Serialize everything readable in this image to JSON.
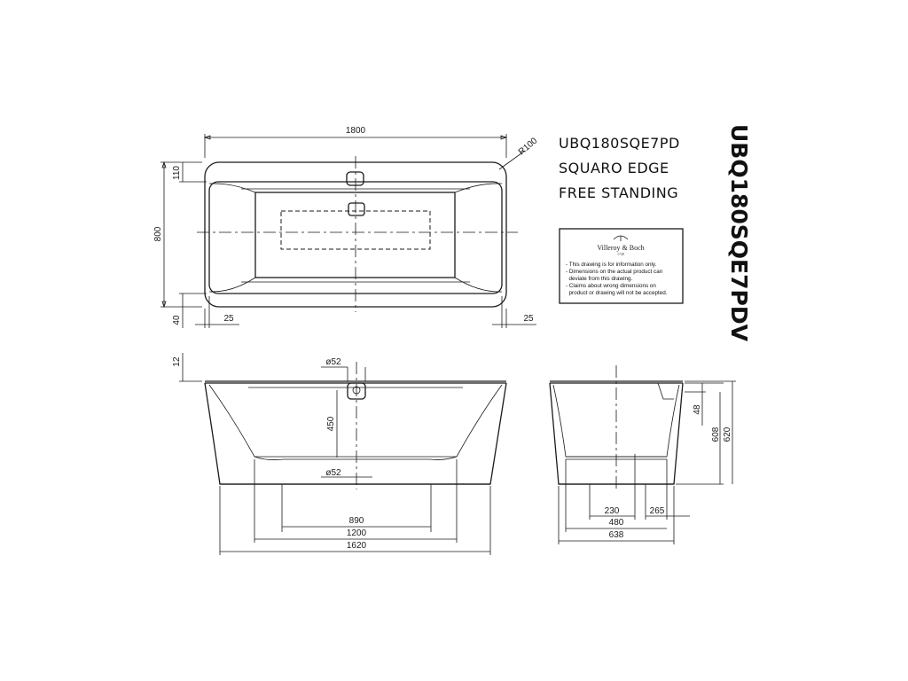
{
  "title": {
    "line1": "UBQ180SQE7PD",
    "line2": "SQUARO EDGE",
    "line3": "FREE STANDING"
  },
  "side_code": "UBQ180SQE7PDV",
  "info_box": {
    "brand": "Villeroy & Boch",
    "year": "1748",
    "notes": [
      "- This drawing is for information only.",
      "- Dimensions on the actual product can",
      "  deviate from this drawing.",
      "- Claims about wrong dimensions on",
      "  product or drawing will not be accepted."
    ]
  },
  "dimensions": {
    "top_length": "1800",
    "top_width": "800",
    "top_rim": "110",
    "top_offset_bottom": "40",
    "top_inset_left": "25",
    "top_inset_right": "25",
    "corner_radius": "R100",
    "front_rim": "12",
    "overflow_dia": "ø52",
    "overflow_height": "450",
    "drain_dia": "ø52",
    "front_890": "890",
    "front_1200": "1200",
    "front_1620": "1620",
    "side_48": "48",
    "side_608": "608",
    "side_620": "620",
    "side_230": "230",
    "side_265": "265",
    "side_480": "480",
    "side_638": "638"
  }
}
